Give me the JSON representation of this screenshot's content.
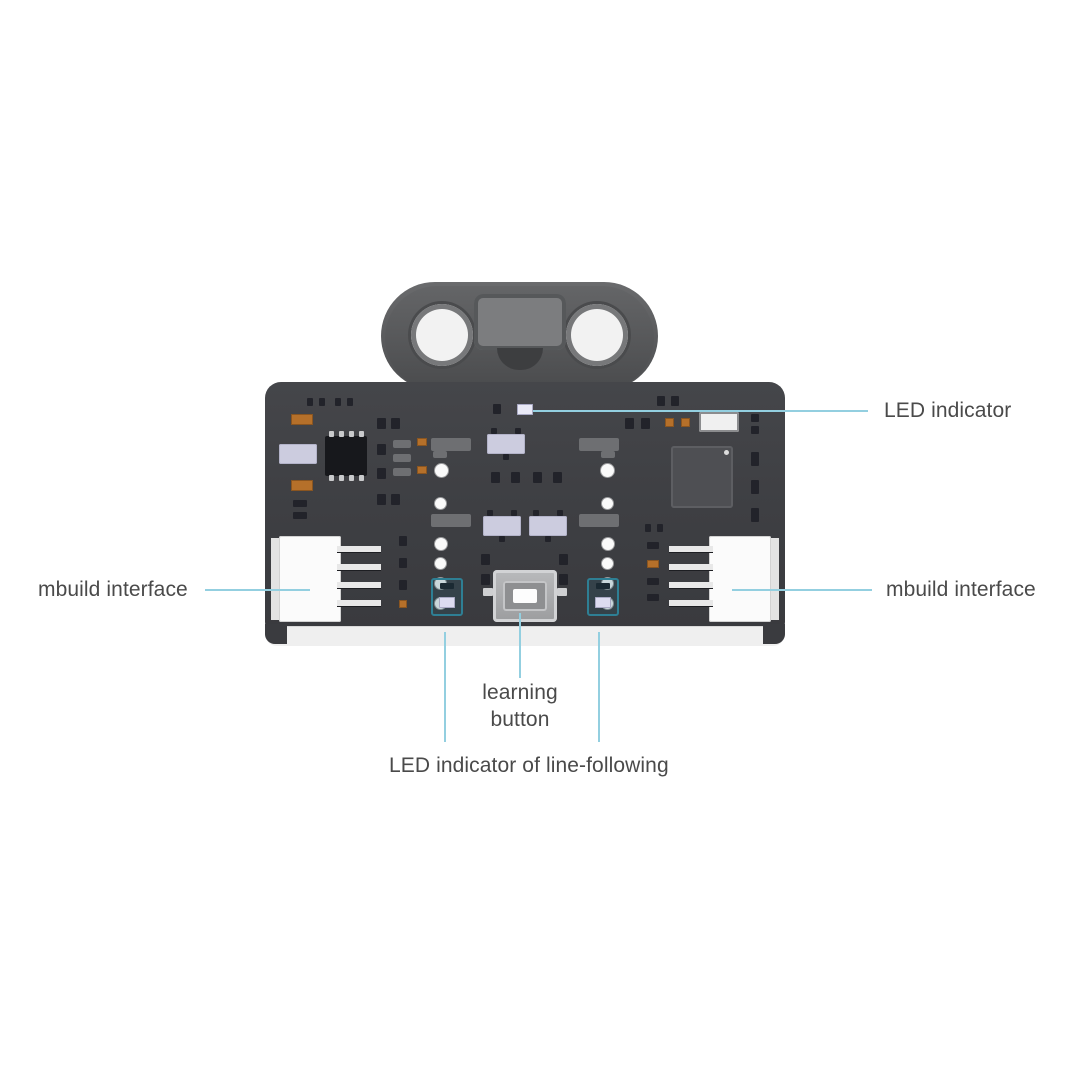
{
  "diagram": {
    "title": "mBuild line-following sensor board callout diagram",
    "background_color": "#ffffff",
    "leader_line_color": "#93cfe0",
    "label_text_color": "#4a4a4a",
    "highlight_color": "#2e7f94",
    "board_color": "#3e3f43"
  },
  "callouts": {
    "led_indicator": "LED indicator",
    "mbuild_interface_left": "mbuild interface",
    "mbuild_interface_right": "mbuild interface",
    "learning_button_line1": "learning",
    "learning_button_line2": "button",
    "led_indicator_line_following": "LED indicator of line-following"
  },
  "board": {
    "housing": {
      "name": "sensor housing",
      "holes": 2,
      "window": "sensor window"
    },
    "connectors": [
      {
        "side": "left",
        "pins": 4
      },
      {
        "side": "right",
        "pins": 4
      }
    ],
    "learning_button": {
      "type": "tactile switch"
    },
    "line_following_leds": 2,
    "status_leds": 1
  }
}
